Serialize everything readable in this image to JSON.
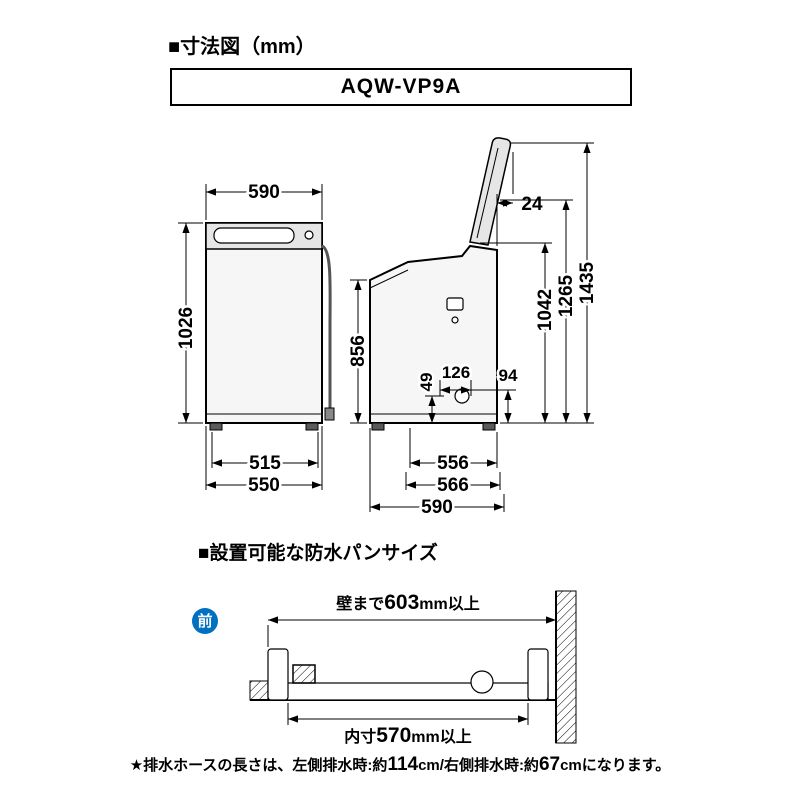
{
  "page": {
    "title": "■寸法図（mm）",
    "model": "AQW-VP9A",
    "pan_section_title": "■設置可能な防水パンサイズ",
    "footnote": {
      "prefix": "★排水ホースの長さは、左側排水時:約",
      "left_value": "114",
      "middle": "cm/右側排水時:約",
      "right_value": "67",
      "suffix": "cmになります。"
    }
  },
  "front_view": {
    "top_width": "590",
    "height": "1026",
    "feet_span": "515",
    "base_width": "550"
  },
  "side_view": {
    "lid_overhang": "24",
    "body_height": "856",
    "dim_49": "49",
    "dim_126": "126",
    "dim_94": "94",
    "height_1042": "1042",
    "height_1265": "1265",
    "height_1435": "1435",
    "depth_556": "556",
    "depth_566": "566",
    "depth_590": "590"
  },
  "pan": {
    "front_badge": "前",
    "badge_color": "#0070c0",
    "wall_prefix": "壁まで",
    "wall_value": "603",
    "wall_suffix": "mm以上",
    "inner_prefix": "内寸",
    "inner_value": "570",
    "inner_suffix": "mm以上"
  }
}
